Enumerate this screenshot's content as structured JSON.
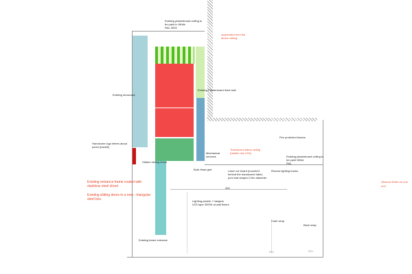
{
  "colors": {
    "showcase": "#a9d3db",
    "stripes_green": "#4fbf1f",
    "light_green": "#cfeeb0",
    "red": "#f24848",
    "green": "#5cb97a",
    "steel_blue": "#6fa8c6",
    "teal": "#7ecfcc",
    "door_red": "#cc1111",
    "note_red": "#e8492a"
  },
  "labels": {
    "ceiling_top": "Existing plasterboard ceiling to\nbe paint in White\nRAL 9003",
    "suspended": "suspended from the\nabove ceiling",
    "showcase": "Existing showcase",
    "plasterboard_wall": "Existing Plasterboard lined wall",
    "fire_beams": "Fire protected beams",
    "translucent": "Translucent fabric ceiling\n(hidden rise LED)",
    "mechanical": "Mechanical\nservices",
    "ceiling_right": "Existing plasterboard ceiling to\nbe paint White\nRAL",
    "bulkhead": "Bulk Head grid",
    "laser_cut": "Laser cut board (mounted\nbehind the translucent fabric,\npom leaf shaped 2.5m diameter",
    "recess": "Recess lighting tracks",
    "obscure": "Obscure finish on one end",
    "logo": "Handsome logo letters about\npanel (backlit)",
    "hidden_doors": "Hidden sliding doors",
    "entrance_note": "Existing entrance frame coated with\nstainless steel sheet",
    "sliding_note": "Existing sliding doors in a new - triangular\nsteel box.",
    "dimension": "400",
    "lighting": "Lighting panels + hangers\nLED tape 3000K at wall fixture",
    "cash_wrap": "Cash wrap",
    "back_wrap": "Back wrap",
    "frame_entrance": "Existing frame entrance",
    "tag1": "B01",
    "tag2": "B01"
  }
}
